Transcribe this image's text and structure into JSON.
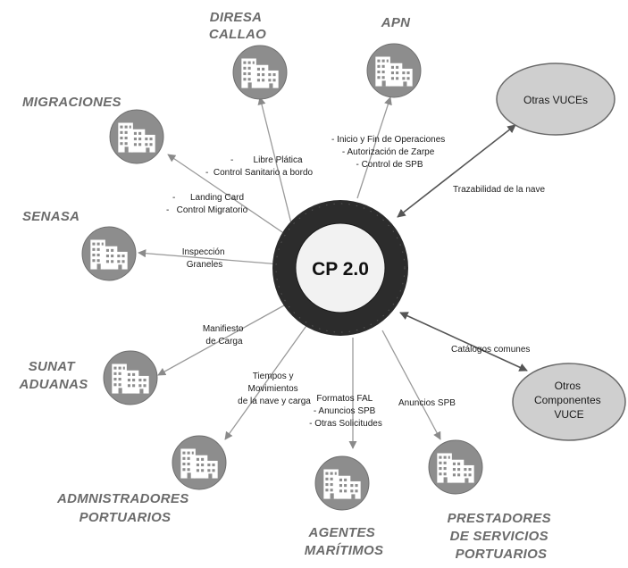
{
  "hub": {
    "label": "CP 2.0"
  },
  "entities": {
    "diresa": [
      "DIRESA",
      "CALLAO"
    ],
    "apn": [
      "APN"
    ],
    "migraciones": [
      "MIGRACIONES"
    ],
    "senasa": [
      "SENASA"
    ],
    "sunat": [
      "SUNAT",
      "ADUANAS"
    ],
    "admin": [
      "ADMNISTRADORES",
      "PORTUARIOS"
    ],
    "agentes": [
      "AGENTES",
      "MARÍTIMOS"
    ],
    "prestadores": [
      "PRESTADORES",
      "DE SERVICIOS",
      "PORTUARIOS"
    ]
  },
  "external": {
    "otras_vuces": [
      "Otras VUCEs"
    ],
    "otros_componentes": [
      "Otros",
      "Componentes",
      "VUCE"
    ]
  },
  "flows": {
    "diresa": [
      "-        Libre Plática",
      "-  Control Sanitario a bordo"
    ],
    "apn": [
      "- Inicio y Fin de Operaciones",
      "- Autorización de Zarpe",
      "- Control de SPB"
    ],
    "migraciones": [
      "-      Landing Card",
      "-   Control Migratorio"
    ],
    "senasa": [
      "Inspección",
      "Graneles"
    ],
    "sunat": [
      "Manifiesto",
      "de Carga"
    ],
    "admin": [
      "Tiempos y",
      "Movimientos",
      "de la nave y carga"
    ],
    "agentes": [
      "Formatos FAL",
      "- Anuncios SPB",
      "- Otras Solicitudes"
    ],
    "prestadores": [
      "Anuncios SPB"
    ],
    "otras_vuces": [
      "Trazabilidad de la nave"
    ],
    "otros_componentes": [
      "Catálogos comunes"
    ]
  },
  "colors": {
    "ring": "#333333",
    "ring_inner": "#f2f2f2",
    "arrow": "#9a9a9a",
    "ext_ellipse": "#cfcfcf",
    "entity_text": "#6b6b6b",
    "building_bg": "#888888",
    "building": "#ffffff"
  },
  "icons": [
    "building-icon"
  ]
}
